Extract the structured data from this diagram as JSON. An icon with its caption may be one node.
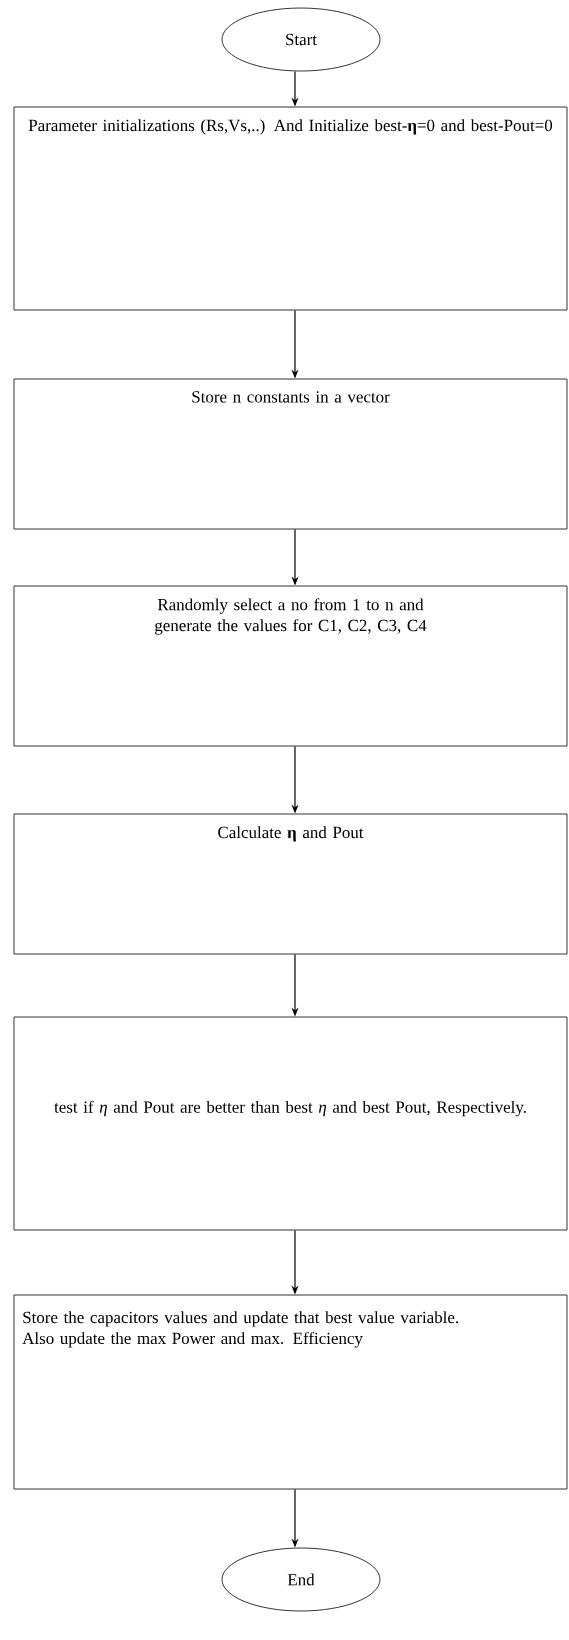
{
  "diagram": {
    "nodes": [
      {
        "text": [
          "Start"
        ]
      },
      {
        "text": [
          "Parameter initializations (Rs,Vs,..) And Initialize best-**η**=0 and best-Pout=0"
        ]
      },
      {
        "text": [
          "Store n constants in a vector"
        ]
      },
      {
        "text": [
          "Randomly select a no from 1 to n and generate the values for C1, C2, C3, C4"
        ]
      },
      {
        "text": [
          "Calculate **η** and Pout"
        ]
      },
      {
        "text": [
          "test if *η* and Pout are better than best *η* and best Pout, Respectively."
        ]
      },
      {
        "text": [
          "Store the capacitors values and update that best value variable. Also update the max Power and max. Efficiency"
        ]
      },
      {
        "text": [
          "End"
        ]
      }
    ],
    "edges": [
      {
        "from": 0,
        "to": 1,
        "arrow": "to"
      },
      {
        "from": 1,
        "to": 2,
        "arrow": "to"
      },
      {
        "from": 2,
        "to": 3,
        "arrow": "to"
      },
      {
        "from": 3,
        "to": 4,
        "arrow": "to"
      },
      {
        "from": 4,
        "to": 5,
        "arrow": "to"
      },
      {
        "from": 5,
        "to": 6,
        "arrow": "to"
      },
      {
        "from": 6,
        "to": 7,
        "arrow": "to"
      }
    ]
  }
}
